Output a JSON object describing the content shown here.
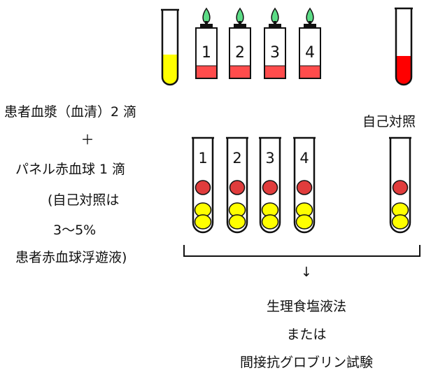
{
  "top_row": {
    "plasma_tube": {
      "fill_color": "#ffff00"
    },
    "reagent_bottles": [
      {
        "label": "1"
      },
      {
        "label": "2"
      },
      {
        "label": "3"
      },
      {
        "label": "4"
      }
    ],
    "reagent_cell_color": "#ff4c4c",
    "reagent_cap_color": "#5cdc86",
    "control_tube": {
      "fill_color": "#ff0000"
    }
  },
  "left_text": {
    "line1": "患者血漿（血清）2 滴",
    "plus": "＋",
    "line2": "パネル赤血球 1 滴",
    "line3": "(自己対照は",
    "line4": "3～5%",
    "line5": "患者赤血球浮遊液)"
  },
  "auto_control_label": "自己対照",
  "test_tubes": [
    {
      "label": "1"
    },
    {
      "label": "2"
    },
    {
      "label": "3"
    },
    {
      "label": "4"
    }
  ],
  "colors": {
    "red_cell": "#e03c3c",
    "yellow_cell": "#ffff00"
  },
  "bottom": {
    "arrow": "↓",
    "line1": "生理食塩液法",
    "line2": "または",
    "line3": "間接抗グロブリン試験"
  }
}
